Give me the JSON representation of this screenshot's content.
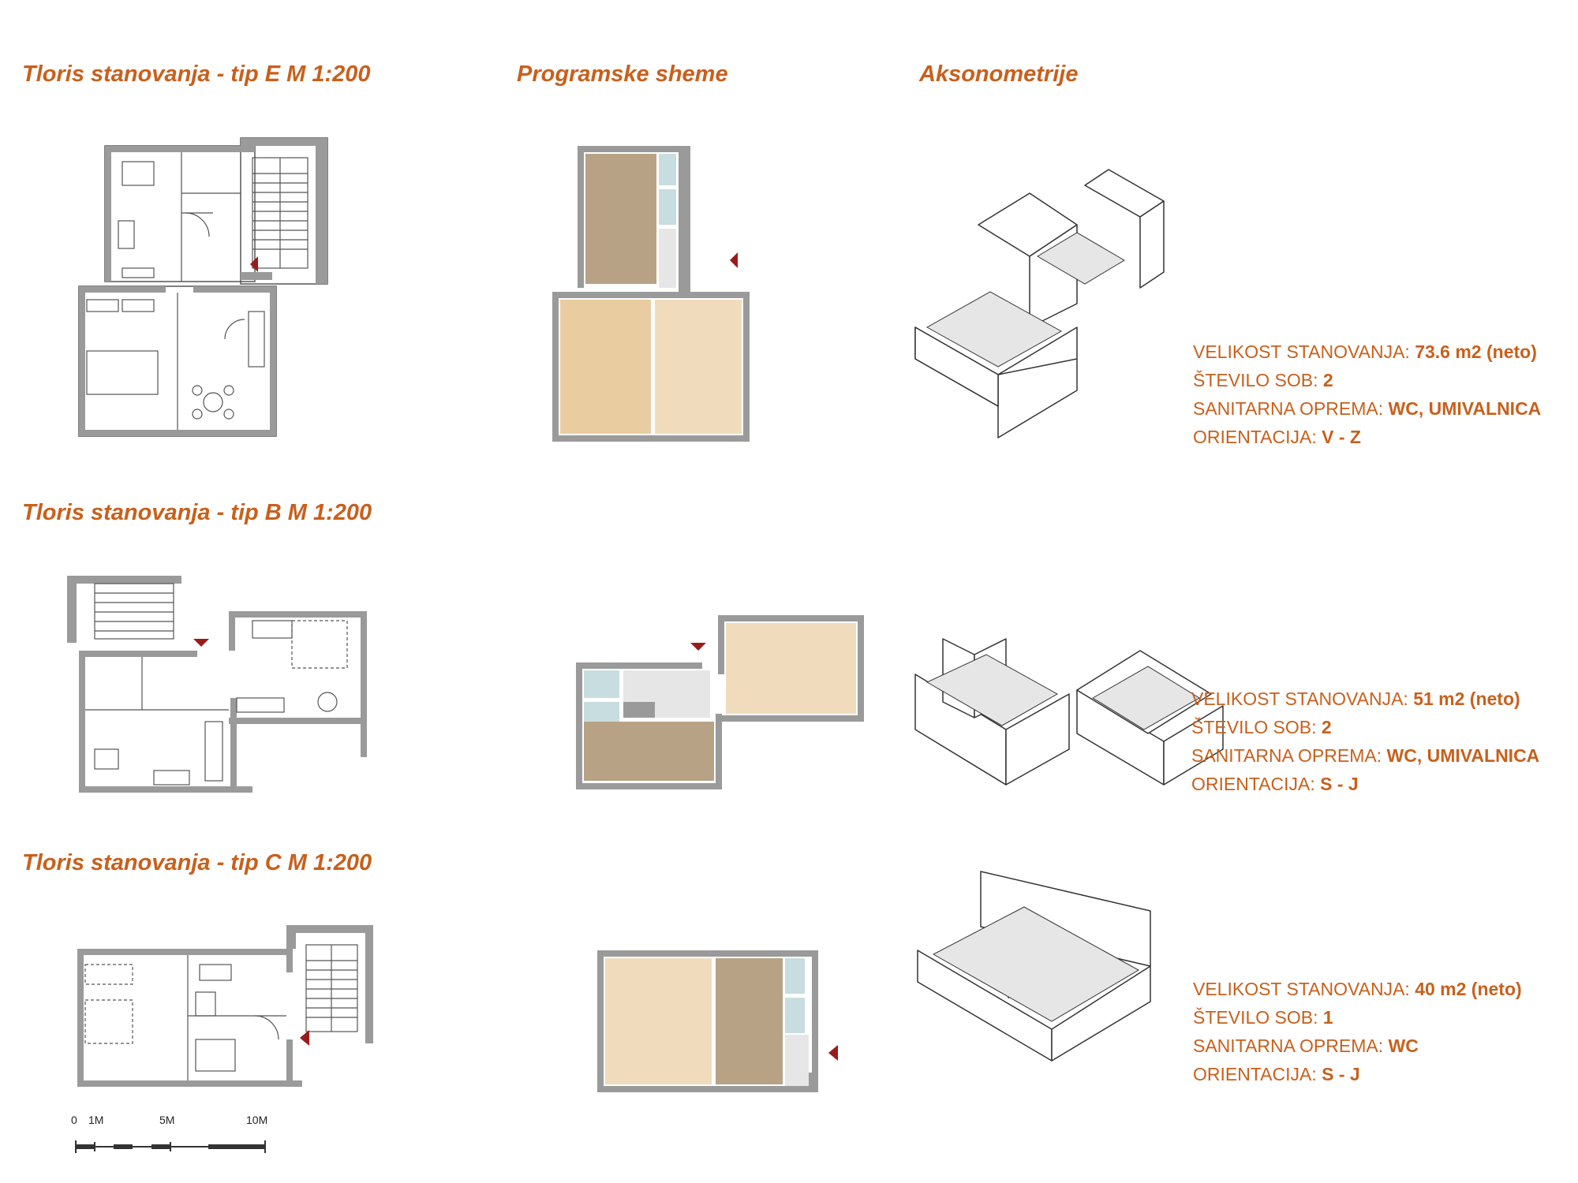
{
  "headings": {
    "tip_e": "Tloris stanovanja - tip E   M 1:200",
    "programske": "Programske sheme",
    "aksonometrije": "Aksonometrije",
    "tip_b": "Tloris stanovanja - tip B   M 1:200",
    "tip_c": "Tloris stanovanja - tip C   M 1:200"
  },
  "info_e": {
    "size_label": "VELIKOST STANOVANJA: ",
    "size_value": "73.6 m2 (neto)",
    "rooms_label": "ŠTEVILO SOB: ",
    "rooms_value": "2",
    "san_label": "SANITARNA OPREMA: ",
    "san_value": "WC, UMIVALNICA",
    "orient_label": "ORIENTACIJA: ",
    "orient_value": "V - Z"
  },
  "info_b": {
    "size_label": "VELIKOST STANOVANJA: ",
    "size_value": "51 m2 (neto)",
    "rooms_label": "ŠTEVILO SOB: ",
    "rooms_value": "2",
    "san_label": "SANITARNA OPREMA: ",
    "san_value": "WC, UMIVALNICA",
    "orient_label": "ORIENTACIJA: ",
    "orient_value": "S - J"
  },
  "info_c": {
    "size_label": "VELIKOST STANOVANJA: ",
    "size_value": "40 m2 (neto)",
    "rooms_label": "ŠTEVILO SOB: ",
    "rooms_value": "1",
    "san_label": "SANITARNA OPREMA: ",
    "san_value": "WC",
    "orient_label": "ORIENTACIJA: ",
    "orient_value": "S - J"
  },
  "scale": {
    "zero": "0",
    "one": "1M",
    "five": "5M",
    "ten": "10M"
  },
  "colors": {
    "heading": "#c8601c",
    "wall": "#9a9a9a",
    "entrance_marker": "#9b1b1b",
    "room_dark": "#b7a285",
    "room_mid": "#e9cda0",
    "room_light": "#f0dcbc",
    "sanitary": "#c7dde0",
    "corridor": "#e6e6e6"
  }
}
